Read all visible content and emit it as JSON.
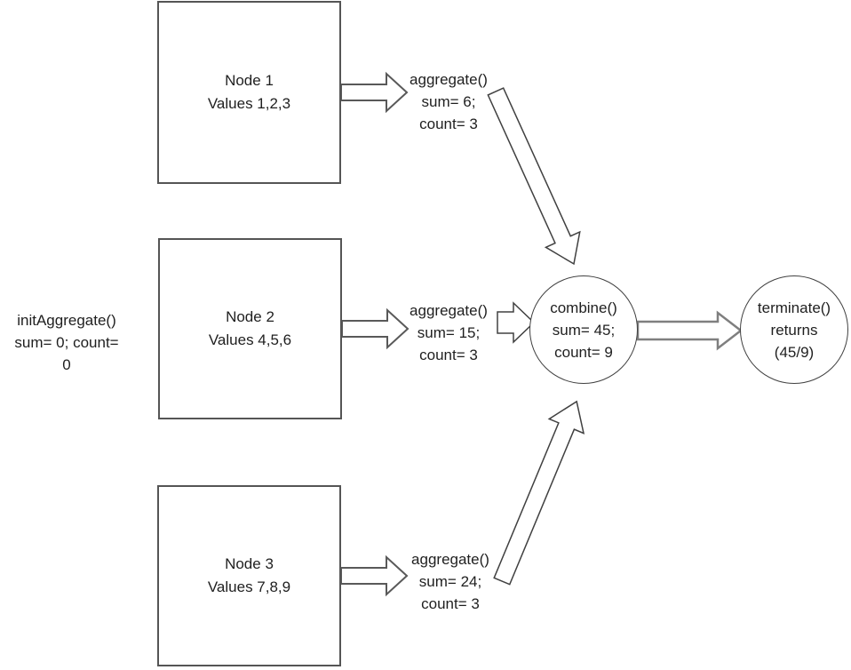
{
  "left_note": {
    "line1": "initAggregate()",
    "line2": "sum= 0; count=",
    "line3": "0"
  },
  "nodes": [
    {
      "title": "Node 1",
      "values": "Values 1,2,3"
    },
    {
      "title": "Node 2",
      "values": "Values 4,5,6"
    },
    {
      "title": "Node 3",
      "values": "Values 7,8,9"
    }
  ],
  "aggregates": [
    {
      "line1": "aggregate()",
      "line2": "sum= 6;",
      "line3": "count= 3"
    },
    {
      "line1": "aggregate()",
      "line2": "sum= 15;",
      "line3": "count= 3"
    },
    {
      "line1": "aggregate()",
      "line2": "sum= 24;",
      "line3": "count= 3"
    }
  ],
  "combine": {
    "line1": "combine()",
    "line2": "sum= 45;",
    "line3": "count= 9"
  },
  "terminate": {
    "line1": "terminate()",
    "line2": "returns",
    "line3": "(45/9)"
  },
  "colors": {
    "background": "#ffffff",
    "box_border": "#555555",
    "circle_border": "#404040",
    "arrow_outline_dark": "#404040",
    "arrow_outline_node": "#595959",
    "arrow_outline_gray": "#7f7f7f",
    "text": "#1f1f1f"
  }
}
